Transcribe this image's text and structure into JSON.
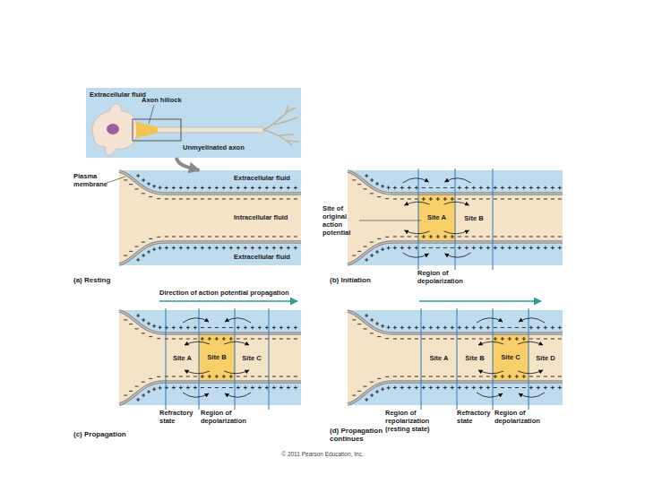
{
  "diagram": {
    "nodes": [
      {
        "text": [
          "Extracellular fluid",
          "Axon hillock",
          "Unmyelinated axon"
        ]
      },
      {
        "text": [
          "(a) Resting",
          "Extracellular fluid",
          "Intracellular fluid",
          "Extracellular fluid"
        ]
      },
      {
        "text": [
          "(b) Initiation"
        ]
      },
      {
        "text": [
          "Site A"
        ],
        "in": 2
      },
      {
        "text": [
          "(c) Propagation"
        ]
      },
      {
        "text": [
          "Site B"
        ],
        "in": 4
      },
      {
        "text": [
          "(d) Propagation continues"
        ]
      },
      {
        "text": [
          "Site C"
        ],
        "in": 6
      }
    ],
    "edges": [
      {
        "from": 0,
        "to": 1,
        "arrow": "to"
      }
    ],
    "labels": [
      "Plasma membrane",
      "Site of original action potential",
      "Site B",
      "Region of depolarization",
      "Direction of action potential propagation",
      "Site A",
      "Site C",
      "Refractory state",
      "Region of depolarization",
      "Site A",
      "Site B",
      "Site D",
      "Region of repolarization (resting state)",
      "Refractory state",
      "Region of depolarization",
      "© 2011 Pearson Education, Inc."
    ]
  }
}
